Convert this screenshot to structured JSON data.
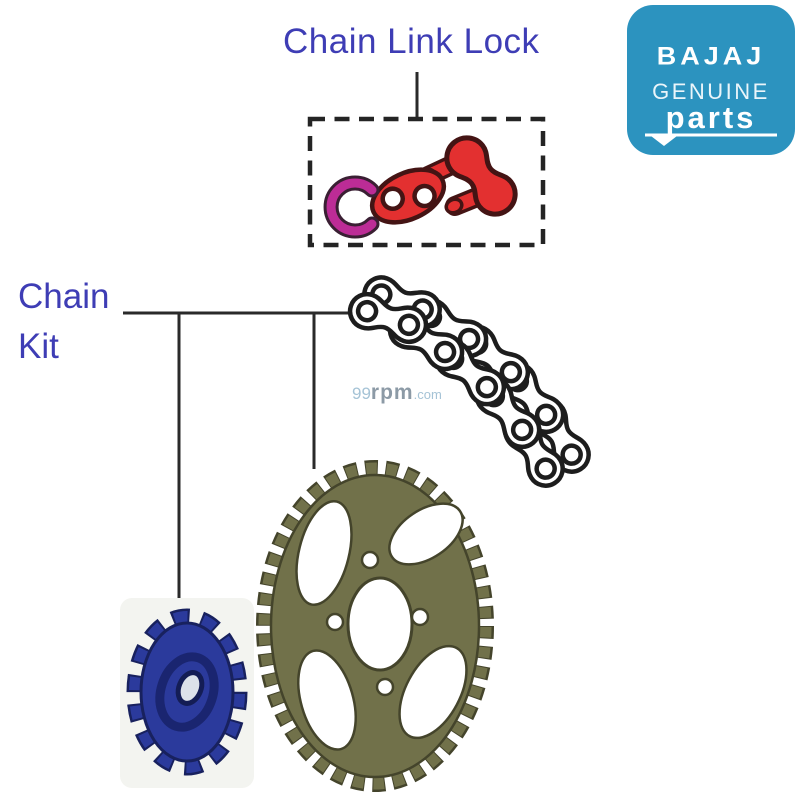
{
  "labels": {
    "chain_link_lock": "Chain Link Lock",
    "chain_kit": [
      "Chain",
      "Kit"
    ]
  },
  "logo": {
    "brand": "BAJAJ",
    "genuine": "GENUINE",
    "parts": "parts"
  },
  "watermark": {
    "num": "99",
    "rpm": "rpm",
    "dotcom": ".com"
  },
  "illustrations": {
    "chain_link_lock_parts": [
      "c-clip",
      "link-plate-with-holes",
      "connecting-link-with-pins"
    ],
    "chain": "drive-chain",
    "rear_sprocket": "large-olive-rear-sprocket",
    "front_sprocket": "small-blue-front-sprocket"
  },
  "colors": {
    "label_text": "#3E3DB5",
    "callout_line": "#2A2A2A",
    "dashed_box": "#242424",
    "part_red": "#E33030",
    "part_red_outline": "#441414",
    "clip_magenta": "#BC2C96",
    "rear_sprocket_olive": "#71714A",
    "rear_sprocket_outline": "#44442B",
    "front_sprocket_blue": "#2B3A9C",
    "front_sprocket_outline": "#18215E",
    "logo_bg": "#2C93BF",
    "logo_text": "#FFFFFF",
    "watermark_light": "#A5C3D6",
    "watermark_mid": "#8C9AA6",
    "chain_outline": "#1D1D1D"
  }
}
